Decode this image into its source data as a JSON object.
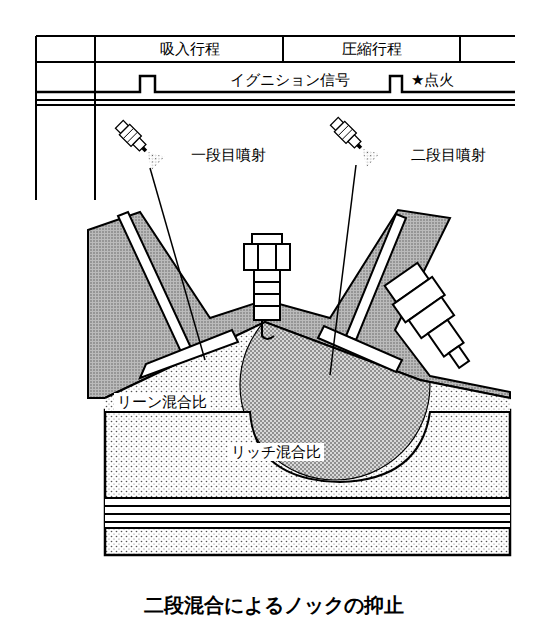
{
  "diagram": {
    "caption": "二段混合によるノックの抑止",
    "labels": [
      "吸入行程",
      "圧縮行程",
      "イグニション信号",
      "★点火",
      "一段目噴射",
      "二段目噴射",
      "リーン混合比",
      "リッチ混合比"
    ]
  }
}
